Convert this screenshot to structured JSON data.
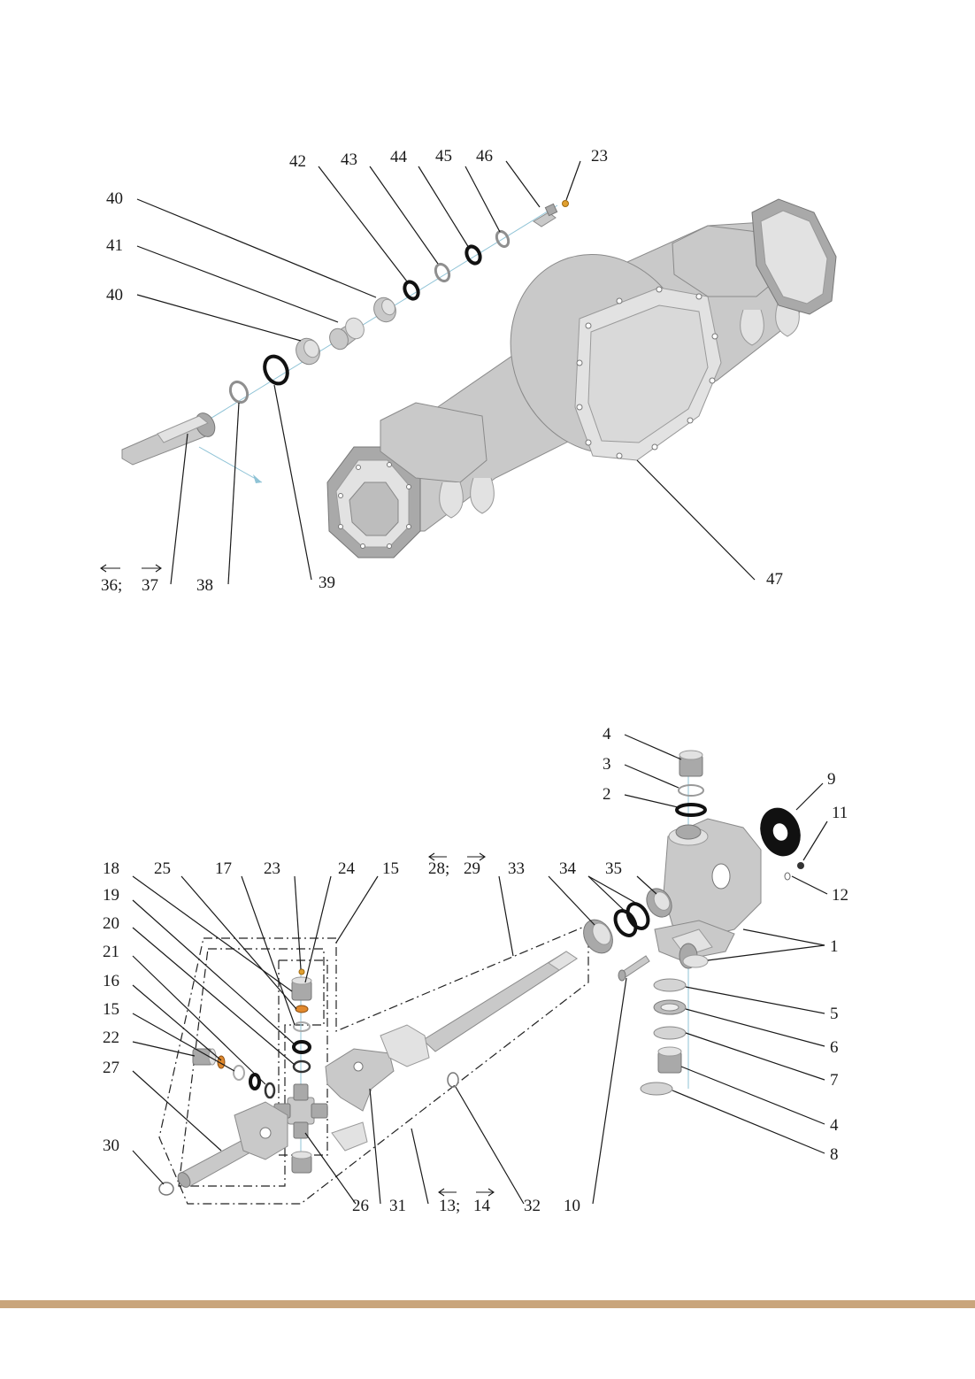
{
  "colors": {
    "footer_bar": "#c9a57c",
    "ring_orange": "#e0892e",
    "axis_line": "#8fc3d6",
    "metal": "#c9c9c9"
  },
  "top": {
    "labels": {
      "c40a": "40",
      "c41": "41",
      "c40b": "40",
      "c42": "42",
      "c43": "43",
      "c44": "44",
      "c45": "45",
      "c46": "46",
      "c23": "23",
      "c36": "36;",
      "c37": "37",
      "c38": "38",
      "c39": "39",
      "c47": "47"
    }
  },
  "bottom": {
    "labels": {
      "c4a": "4",
      "c3": "3",
      "c2": "2",
      "c9": "9",
      "c11": "11",
      "c12": "12",
      "c1": "1",
      "c5": "5",
      "c6": "6",
      "c7": "7",
      "c4b": "4",
      "c8": "8",
      "c10": "10",
      "c18": "18",
      "c25": "25",
      "c17": "17",
      "c23": "23",
      "c24": "24",
      "c15a": "15",
      "c28": "28;",
      "c29": "29",
      "c33": "33",
      "c34": "34",
      "c35": "35",
      "c19": "19",
      "c20": "20",
      "c21": "21",
      "c16": "16",
      "c15b": "15",
      "c22": "22",
      "c27": "27",
      "c30": "30",
      "c26": "26",
      "c31": "31",
      "c13": "13;",
      "c14": "14",
      "c32": "32"
    }
  }
}
